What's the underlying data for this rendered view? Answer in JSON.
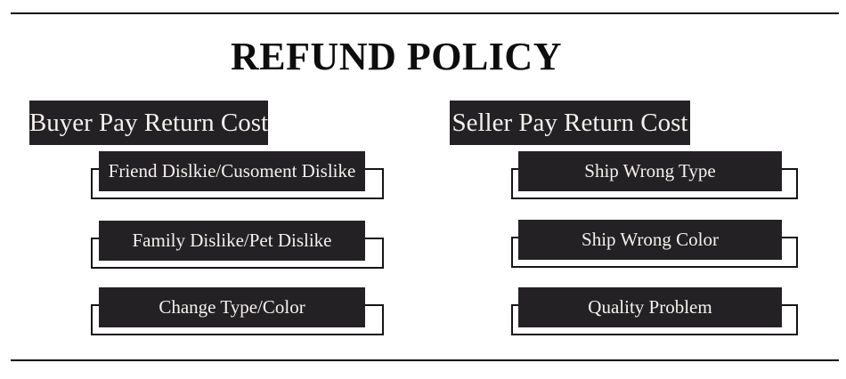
{
  "title": "REFUND POLICY",
  "columns": [
    {
      "header": "Buyer Pay Return Cost",
      "items": [
        "Friend Dislkie/Cusoment Dislike",
        "Family Dislike/Pet Dislike",
        "Change Type/Color"
      ]
    },
    {
      "header": "Seller Pay Return Cost",
      "items": [
        "Ship Wrong Type",
        "Ship Wrong Color",
        "Quality Problem"
      ]
    }
  ],
  "colors": {
    "background": "#ffffff",
    "box_bg": "#242124",
    "box_text": "#f4f2ee",
    "rule": "#0b0b0b",
    "title_text": "#0d0d0d"
  }
}
